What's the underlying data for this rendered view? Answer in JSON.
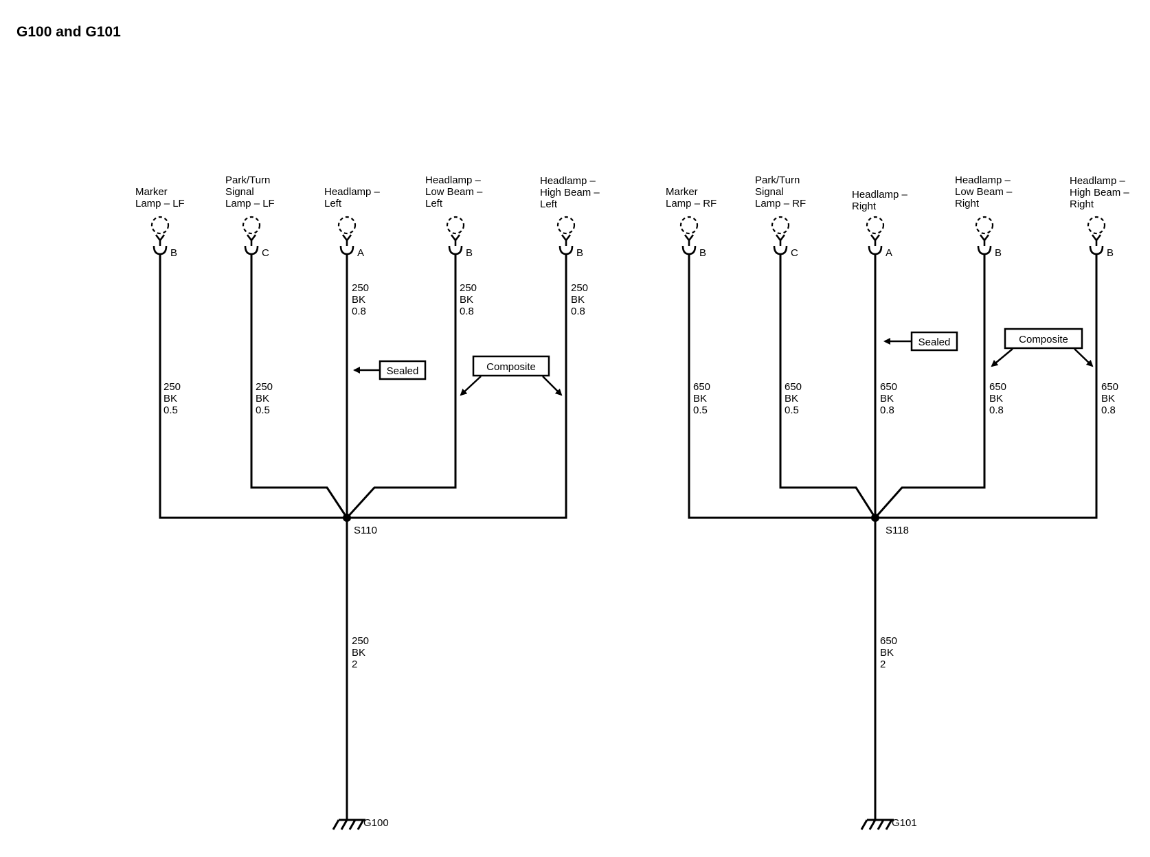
{
  "title": "G100 and G101",
  "diagrams": [
    {
      "splice": "S110",
      "ground": "G100",
      "trunk": [
        "250",
        "BK",
        "2"
      ],
      "lamps": [
        {
          "label": [
            "Marker",
            "Lamp – LF"
          ],
          "pin": "B",
          "wire": [
            "250",
            "BK",
            "0.5"
          ]
        },
        {
          "label": [
            "Park/Turn",
            "Signal",
            "Lamp – LF"
          ],
          "pin": "C",
          "wire": [
            "250",
            "BK",
            "0.5"
          ]
        },
        {
          "label": [
            "Headlamp –",
            "Left"
          ],
          "pin": "A",
          "wire": [
            "250",
            "BK",
            "0.8"
          ]
        },
        {
          "label": [
            "Headlamp –",
            "Low Beam –",
            "Left"
          ],
          "pin": "B",
          "wire": [
            "250",
            "BK",
            "0.8"
          ]
        },
        {
          "label": [
            "Headlamp –",
            "High Beam –",
            "Left"
          ],
          "pin": "B",
          "wire": [
            "250",
            "BK",
            "0.8"
          ]
        }
      ],
      "sealed": "Sealed",
      "composite": "Composite"
    },
    {
      "splice": "S118",
      "ground": "G101",
      "trunk": [
        "650",
        "BK",
        "2"
      ],
      "lamps": [
        {
          "label": [
            "Marker",
            "Lamp – RF"
          ],
          "pin": "B",
          "wire": [
            "650",
            "BK",
            "0.5"
          ]
        },
        {
          "label": [
            "Park/Turn",
            "Signal",
            "Lamp – RF"
          ],
          "pin": "C",
          "wire": [
            "650",
            "BK",
            "0.5"
          ]
        },
        {
          "label": [
            "Headlamp –",
            "Right"
          ],
          "pin": "A",
          "wire": [
            "650",
            "BK",
            "0.8"
          ]
        },
        {
          "label": [
            "Headlamp –",
            "Low Beam –",
            "Right"
          ],
          "pin": "B",
          "wire": [
            "650",
            "BK",
            "0.8"
          ]
        },
        {
          "label": [
            "Headlamp –",
            "High Beam –",
            "Right"
          ],
          "pin": "B",
          "wire": [
            "650",
            "BK",
            "0.8"
          ]
        }
      ],
      "sealed": "Sealed",
      "composite": "Composite"
    }
  ]
}
